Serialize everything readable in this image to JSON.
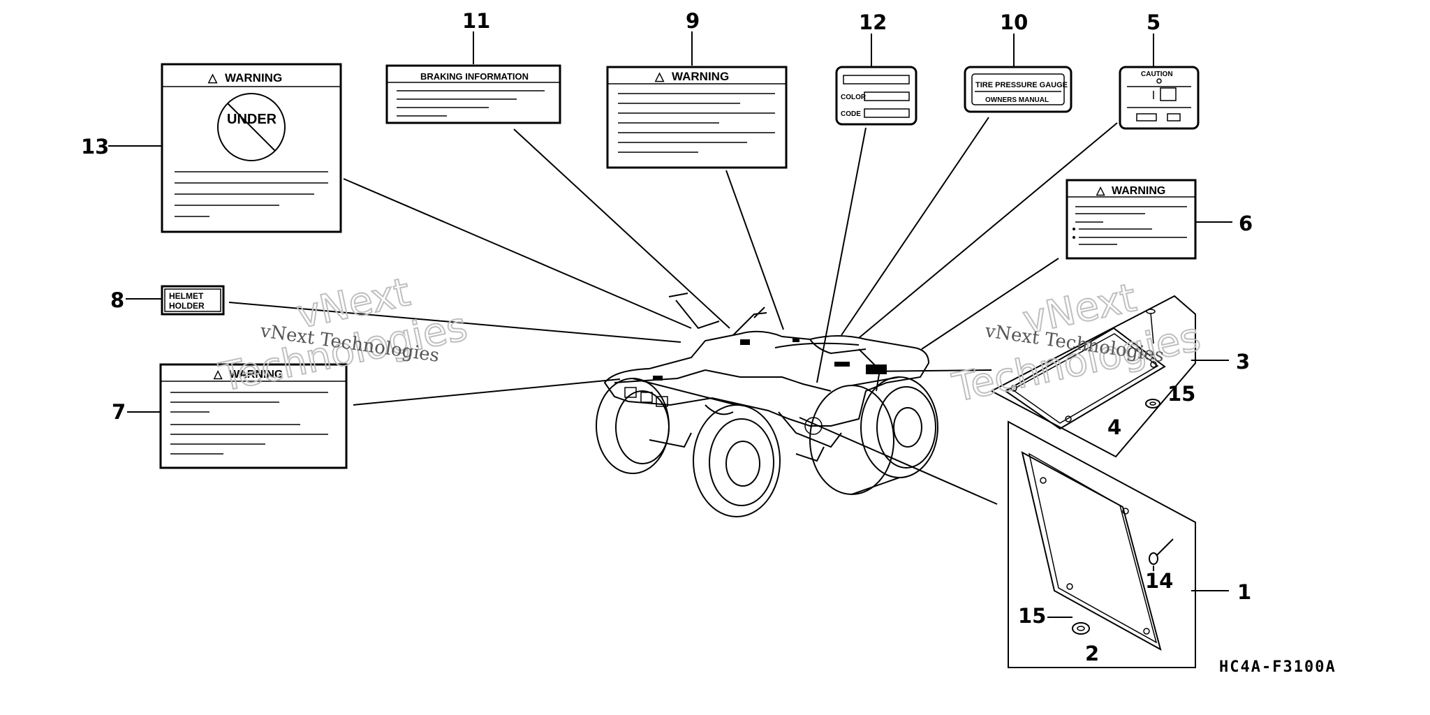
{
  "diagram": {
    "code": "HC4A-F3100A",
    "watermark": {
      "big": "vNext",
      "big2": "Technologies",
      "small": "vNext Technologies"
    },
    "callouts": [
      "1",
      "2",
      "3",
      "4",
      "5",
      "6",
      "7",
      "8",
      "9",
      "10",
      "11",
      "12",
      "13",
      "14",
      "15",
      "15"
    ],
    "labels": {
      "warning": "WARNING",
      "under": "UNDER",
      "braking": "BRAKING INFORMATION",
      "helmet_line1": "HELMET",
      "helmet_line2": "HOLDER",
      "color": "COLOR",
      "code": "CODE",
      "tire_line1": "TIRE PRESSURE GAUGE",
      "tire_line2": "OWNERS MANUAL",
      "caution": "CAUTION"
    }
  }
}
